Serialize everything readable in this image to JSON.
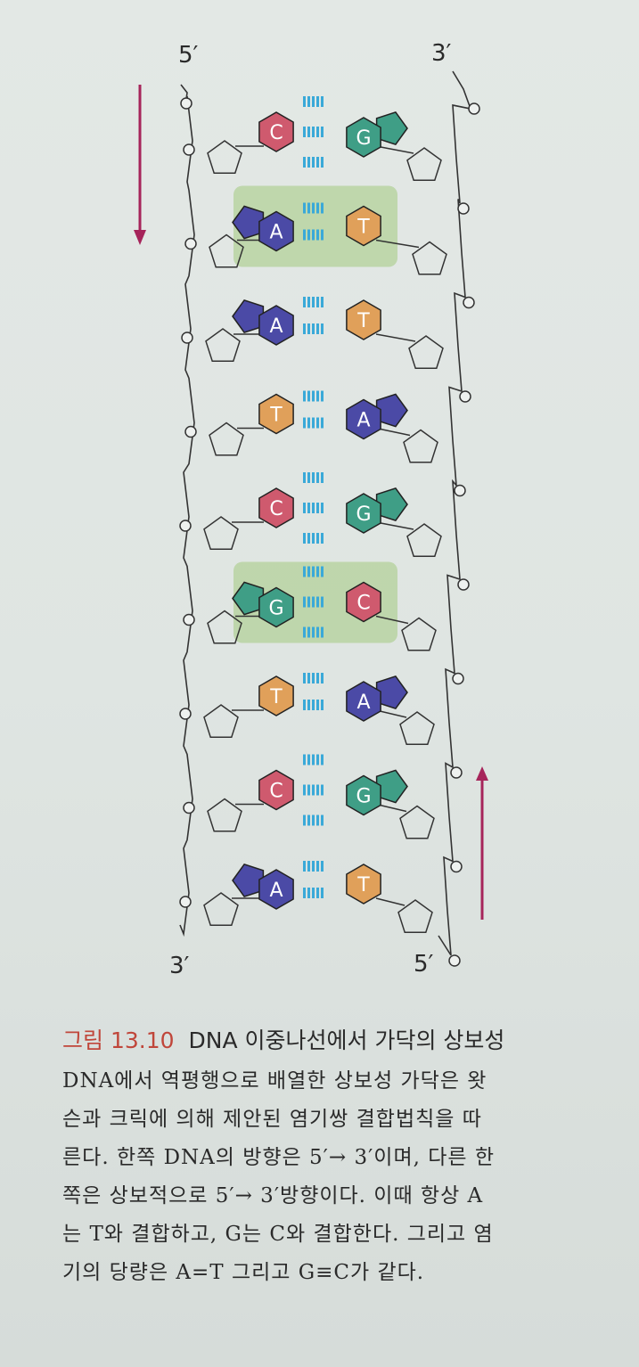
{
  "strand_labels": {
    "top_left": "5′",
    "top_right": "3′",
    "bottom_left": "3′",
    "bottom_right": "5′"
  },
  "base_pairs": [
    {
      "left": "C",
      "right": "G",
      "hbonds": 3,
      "highlight": false
    },
    {
      "left": "A",
      "right": "T",
      "hbonds": 2,
      "highlight": true
    },
    {
      "left": "A",
      "right": "T",
      "hbonds": 2,
      "highlight": false
    },
    {
      "left": "T",
      "right": "A",
      "hbonds": 2,
      "highlight": false
    },
    {
      "left": "C",
      "right": "G",
      "hbonds": 3,
      "highlight": false
    },
    {
      "left": "G",
      "right": "C",
      "hbonds": 3,
      "highlight": true
    },
    {
      "left": "T",
      "right": "A",
      "hbonds": 2,
      "highlight": false
    },
    {
      "left": "C",
      "right": "G",
      "hbonds": 3,
      "highlight": false
    },
    {
      "left": "A",
      "right": "T",
      "hbonds": 2,
      "highlight": false
    }
  ],
  "colors": {
    "A": "#4b4aa6",
    "T": "#e0a05a",
    "G": "#3f9e86",
    "C": "#cf5a6e",
    "hbond": "#3aa9d8",
    "highlight": "#b8d4a2",
    "arrow": "#a6245a",
    "caption_number": "#c0463a"
  },
  "caption": {
    "number": "그림 13.10",
    "title": "DNA 이중나선에서 가닥의 상보성",
    "lines": [
      "DNA에서 역평행으로 배열한 상보성 가닥은 왓",
      "슨과 크릭에 의해 제안된 염기쌍 결합법칙을 따",
      "른다. 한쪽 DNA의 방향은 5′→ 3′이며, 다른 한",
      "쪽은 상보적으로 5′→ 3′방향이다. 이때 항상 A",
      "는 T와 결합하고, G는 C와 결합한다. 그리고 염",
      "기의 당량은 A=T 그리고 G≡C가 같다."
    ]
  }
}
